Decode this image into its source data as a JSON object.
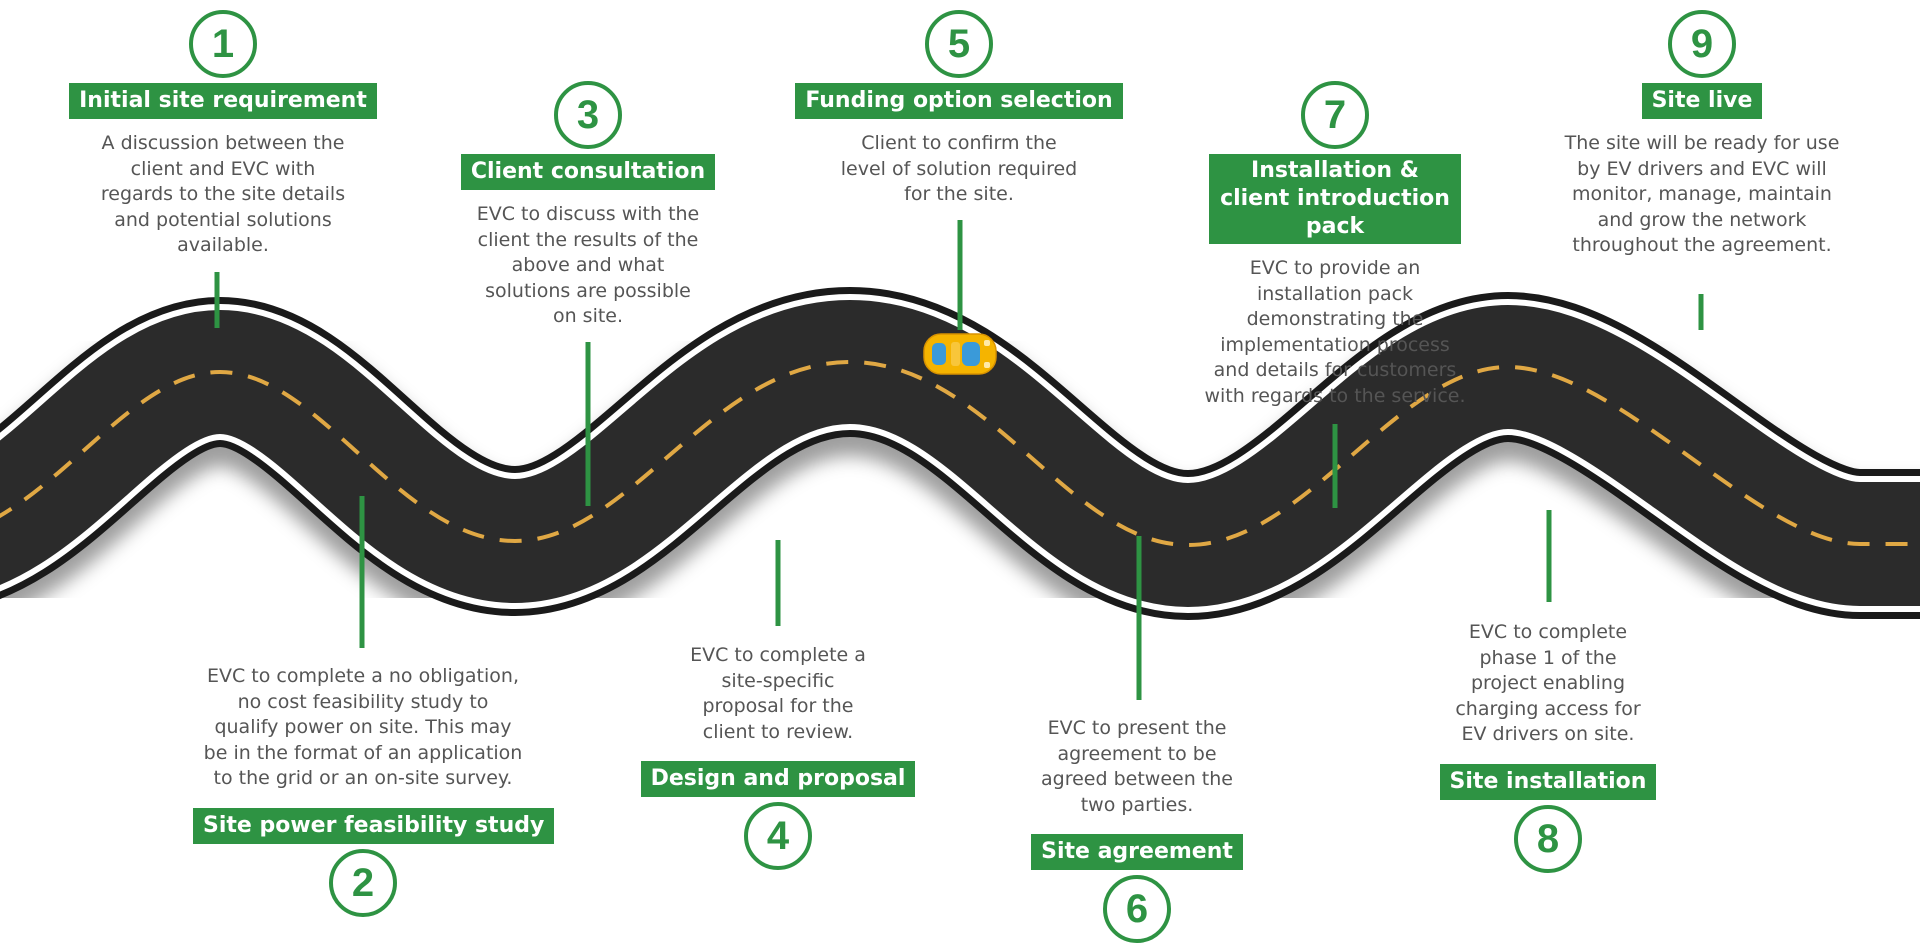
{
  "colors": {
    "accent_green": "#2e9343",
    "road": "#2b2b2b",
    "road_edge_white": "#ffffff",
    "road_outline": "#1a1a1a",
    "center_dash": "#e0a844",
    "car": "#f5b400",
    "car_window": "#3a9ad9",
    "text_gray": "#555555"
  },
  "steps": [
    {
      "number": "1",
      "title": "Initial site requirement",
      "description": "A discussion between the client and EVC with regards to the site details and potential solutions available."
    },
    {
      "number": "2",
      "title": "Site power feasibility study",
      "description": "EVC to complete a no obligation, no cost feasibility study to qualify power on site. This may be in the format of an application to the grid or an on-site survey."
    },
    {
      "number": "3",
      "title": "Client consultation",
      "description": "EVC to discuss with the client the results of the above and what solutions are possible on site."
    },
    {
      "number": "4",
      "title": "Design and proposal",
      "description": "EVC to complete a site-specific proposal for the client to review."
    },
    {
      "number": "5",
      "title": "Funding option selection",
      "description": "Client to confirm the level of solution required for the site."
    },
    {
      "number": "6",
      "title": "Site agreement",
      "description": "EVC to present the agreement to be agreed between the two parties."
    },
    {
      "number": "7",
      "title": "Installation & client introduction pack",
      "description": "EVC to provide an installation pack demonstrating the implementation process and details for customers with regards to the service."
    },
    {
      "number": "8",
      "title": "Site installation",
      "description": "EVC to complete phase 1 of the project enabling charging access for EV drivers on site."
    },
    {
      "number": "9",
      "title": "Site live",
      "description": "The site will be ready for use by EV drivers and EVC will monitor, manage, maintain and grow the network throughout the agreement."
    }
  ],
  "icons": {
    "road": "winding-road",
    "car": "car-icon"
  }
}
